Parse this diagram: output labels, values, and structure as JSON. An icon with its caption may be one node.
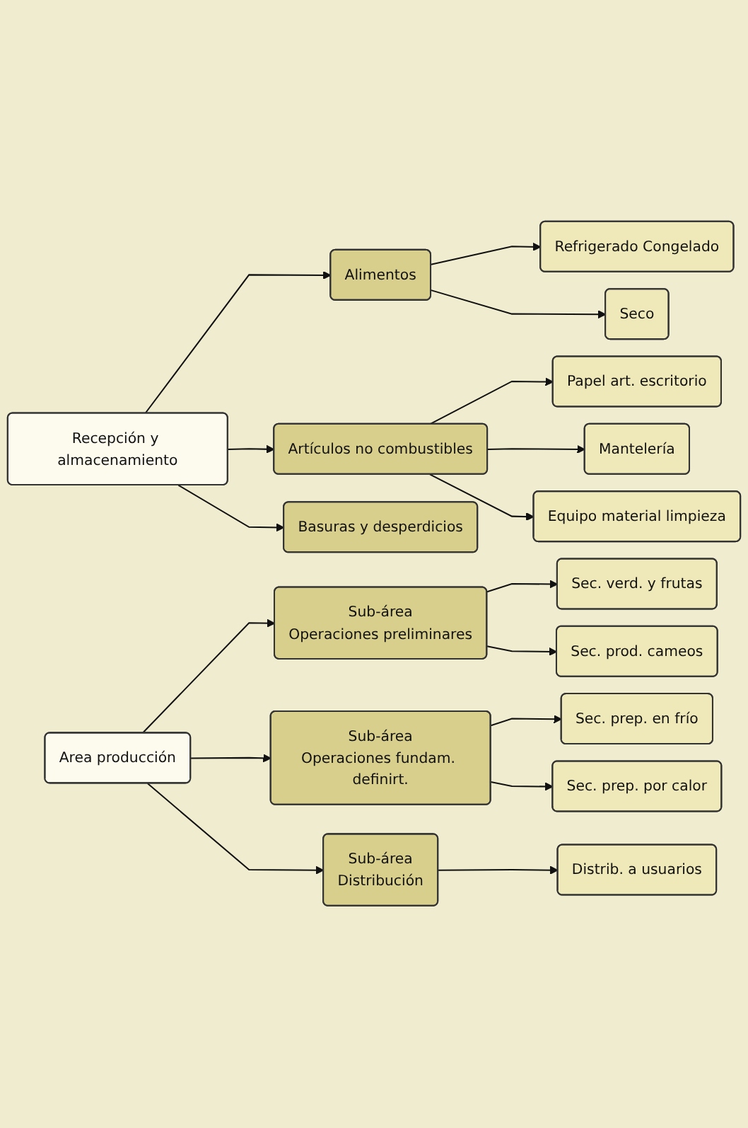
{
  "diagram": {
    "nodes": [
      {
        "text": [
          "Recepción y almacenamiento"
        ]
      },
      {
        "text": [
          "Alimentos"
        ]
      },
      {
        "text": [
          "Refrigerado Congelado"
        ]
      },
      {
        "text": [
          "Seco"
        ]
      },
      {
        "text": [
          "Artículos no combustibles"
        ]
      },
      {
        "text": [
          "Papel art. escritorio"
        ]
      },
      {
        "text": [
          "Mantelería"
        ]
      },
      {
        "text": [
          "Equipo material limpieza"
        ]
      },
      {
        "text": [
          "Basuras y desperdicios"
        ]
      },
      {
        "text": [
          "Area producción"
        ]
      },
      {
        "text": [
          "Sub-área",
          "Operaciones preliminares"
        ]
      },
      {
        "text": [
          "Sec. verd. y frutas"
        ]
      },
      {
        "text": [
          "Sec. prod. cameos"
        ]
      },
      {
        "text": [
          "Sub-área",
          "Operaciones fundam. definirt."
        ]
      },
      {
        "text": [
          "Sec. prep. en frío"
        ]
      },
      {
        "text": [
          "Sec. prep. por calor"
        ]
      },
      {
        "text": [
          "Sub-área",
          "Distribución"
        ]
      },
      {
        "text": [
          "Distrib. a usuarios"
        ]
      }
    ],
    "edges": [
      {
        "from": 0,
        "to": 1,
        "arrow": "to"
      },
      {
        "from": 0,
        "to": 4,
        "arrow": "to"
      },
      {
        "from": 0,
        "to": 8,
        "arrow": "to"
      },
      {
        "from": 1,
        "to": 2,
        "arrow": "to"
      },
      {
        "from": 1,
        "to": 3,
        "arrow": "to"
      },
      {
        "from": 4,
        "to": 5,
        "arrow": "to"
      },
      {
        "from": 4,
        "to": 6,
        "arrow": "to"
      },
      {
        "from": 4,
        "to": 7,
        "arrow": "to"
      },
      {
        "from": 9,
        "to": 10,
        "arrow": "to"
      },
      {
        "from": 9,
        "to": 13,
        "arrow": "to"
      },
      {
        "from": 9,
        "to": 16,
        "arrow": "to"
      },
      {
        "from": 10,
        "to": 11,
        "arrow": "to"
      },
      {
        "from": 10,
        "to": 12,
        "arrow": "to"
      },
      {
        "from": 13,
        "to": 14,
        "arrow": "to"
      },
      {
        "from": 13,
        "to": 15,
        "arrow": "to"
      },
      {
        "from": 16,
        "to": 17,
        "arrow": "to"
      }
    ]
  }
}
